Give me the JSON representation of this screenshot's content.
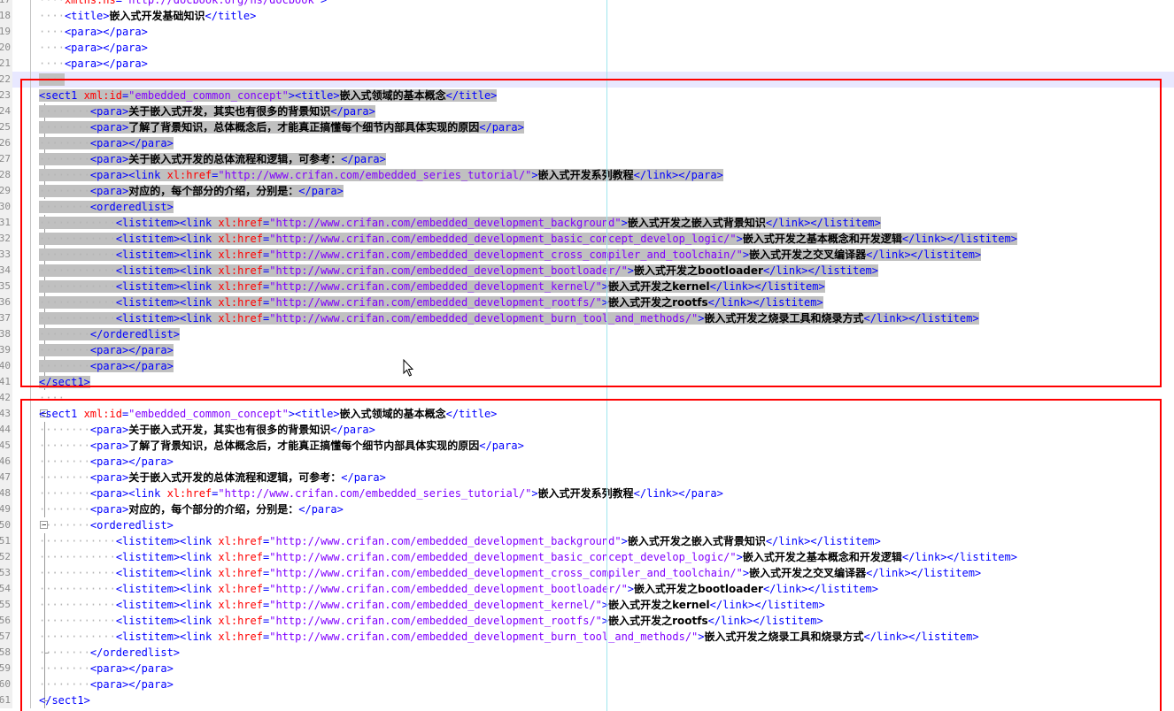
{
  "lines": [
    {
      "n": "18",
      "indent": 1,
      "code": [
        [
          "t",
          "<title>"
        ],
        [
          "x",
          "嵌入式开发基础知识"
        ],
        [
          "t",
          "</title>"
        ]
      ]
    },
    {
      "n": "19",
      "indent": 1,
      "code": [
        [
          "t",
          "<para></para>"
        ]
      ]
    },
    {
      "n": "20",
      "indent": 1,
      "code": [
        [
          "t",
          "<para></para>"
        ]
      ]
    },
    {
      "n": "21",
      "indent": 1,
      "code": [
        [
          "t",
          "<para></para>"
        ]
      ]
    },
    {
      "n": "22",
      "indent": 1,
      "code": []
    },
    {
      "n": "23",
      "indent": 0,
      "fold": "open",
      "code": [
        [
          "t",
          "<sect1 "
        ],
        [
          "a",
          "xml:id"
        ],
        [
          "t",
          "="
        ],
        [
          "v",
          "\"embedded_common_concept\""
        ],
        [
          "t",
          "><title>"
        ],
        [
          "x",
          "嵌入式领域的基本概念"
        ],
        [
          "t",
          "</title>"
        ]
      ]
    },
    {
      "n": "24",
      "indent": 2,
      "code": [
        [
          "t",
          "<para>"
        ],
        [
          "x",
          "关于嵌入式开发，其实也有很多的背景知识"
        ],
        [
          "t",
          "</para>"
        ]
      ]
    },
    {
      "n": "25",
      "indent": 2,
      "code": [
        [
          "t",
          "<para>"
        ],
        [
          "x",
          "了解了背景知识，总体概念后，才能真正搞懂每个细节内部具体实现的原因"
        ],
        [
          "t",
          "</para>"
        ]
      ]
    },
    {
      "n": "26",
      "indent": 2,
      "code": [
        [
          "t",
          "<para></para>"
        ]
      ]
    },
    {
      "n": "27",
      "indent": 2,
      "code": [
        [
          "t",
          "<para>"
        ],
        [
          "x",
          "关于嵌入式开发的总体流程和逻辑，可参考："
        ],
        [
          "t",
          "</para>"
        ]
      ]
    },
    {
      "n": "28",
      "indent": 2,
      "code": [
        [
          "t",
          "<para><link "
        ],
        [
          "a",
          "xl:href"
        ],
        [
          "t",
          "="
        ],
        [
          "v",
          "\"http://www.crifan.com/embedded_series_tutorial/\""
        ],
        [
          "t",
          ">"
        ],
        [
          "x",
          "嵌入式开发系列教程"
        ],
        [
          "t",
          "</link></para>"
        ]
      ]
    },
    {
      "n": "29",
      "indent": 2,
      "code": [
        [
          "t",
          "<para>"
        ],
        [
          "x",
          "对应的，每个部分的介绍，分别是："
        ],
        [
          "t",
          "</para>"
        ]
      ]
    },
    {
      "n": "30",
      "indent": 2,
      "fold": "open",
      "code": [
        [
          "t",
          "<orderedlist>"
        ]
      ]
    },
    {
      "n": "31",
      "indent": 3,
      "code": [
        [
          "t",
          "<listitem><link "
        ],
        [
          "a",
          "xl:href"
        ],
        [
          "t",
          "="
        ],
        [
          "v",
          "\"http://www.crifan.com/embedded_development_background\""
        ],
        [
          "t",
          ">"
        ],
        [
          "x",
          "嵌入式开发之嵌入式背景知识"
        ],
        [
          "t",
          "</link></listitem>"
        ]
      ]
    },
    {
      "n": "32",
      "indent": 3,
      "code": [
        [
          "t",
          "<listitem><link "
        ],
        [
          "a",
          "xl:href"
        ],
        [
          "t",
          "="
        ],
        [
          "v",
          "\"http://www.crifan.com/embedded_development_basic_concept_develop_logic/\""
        ],
        [
          "t",
          ">"
        ],
        [
          "x",
          "嵌入式开发之基本概念和开发逻辑"
        ],
        [
          "t",
          "</link></listitem>"
        ]
      ]
    },
    {
      "n": "33",
      "indent": 3,
      "code": [
        [
          "t",
          "<listitem><link "
        ],
        [
          "a",
          "xl:href"
        ],
        [
          "t",
          "="
        ],
        [
          "v",
          "\"http://www.crifan.com/embedded_development_cross_compiler_and_toolchain/\""
        ],
        [
          "t",
          ">"
        ],
        [
          "x",
          "嵌入式开发之交叉编译器"
        ],
        [
          "t",
          "</link></listitem>"
        ]
      ]
    },
    {
      "n": "34",
      "indent": 3,
      "code": [
        [
          "t",
          "<listitem><link "
        ],
        [
          "a",
          "xl:href"
        ],
        [
          "t",
          "="
        ],
        [
          "v",
          "\"http://www.crifan.com/embedded_development_bootloader/\""
        ],
        [
          "t",
          ">"
        ],
        [
          "x",
          "嵌入式开发之bootloader"
        ],
        [
          "t",
          "</link></listitem>"
        ]
      ]
    },
    {
      "n": "35",
      "indent": 3,
      "code": [
        [
          "t",
          "<listitem><link "
        ],
        [
          "a",
          "xl:href"
        ],
        [
          "t",
          "="
        ],
        [
          "v",
          "\"http://www.crifan.com/embedded_development_kernel/\""
        ],
        [
          "t",
          ">"
        ],
        [
          "x",
          "嵌入式开发之kernel"
        ],
        [
          "t",
          "</link></listitem>"
        ]
      ]
    },
    {
      "n": "36",
      "indent": 3,
      "code": [
        [
          "t",
          "<listitem><link "
        ],
        [
          "a",
          "xl:href"
        ],
        [
          "t",
          "="
        ],
        [
          "v",
          "\"http://www.crifan.com/embedded_development_rootfs/\""
        ],
        [
          "t",
          ">"
        ],
        [
          "x",
          "嵌入式开发之rootfs"
        ],
        [
          "t",
          "</link></listitem>"
        ]
      ]
    },
    {
      "n": "37",
      "indent": 3,
      "code": [
        [
          "t",
          "<listitem><link "
        ],
        [
          "a",
          "xl:href"
        ],
        [
          "t",
          "="
        ],
        [
          "v",
          "\"http://www.crifan.com/embedded_development_burn_tool_and_methods/\""
        ],
        [
          "t",
          ">"
        ],
        [
          "x",
          "嵌入式开发之烧录工具和烧录方式"
        ],
        [
          "t",
          "</link></listitem>"
        ]
      ]
    },
    {
      "n": "38",
      "indent": 2,
      "code": [
        [
          "t",
          "</orderedlist>"
        ]
      ]
    },
    {
      "n": "39",
      "indent": 2,
      "code": [
        [
          "t",
          "<para></para>"
        ]
      ]
    },
    {
      "n": "40",
      "indent": 2,
      "code": [
        [
          "t",
          "<para></para>"
        ]
      ]
    },
    {
      "n": "41",
      "indent": 0,
      "code": [
        [
          "t",
          "</sect1>"
        ]
      ]
    },
    {
      "n": "42",
      "indent": 1,
      "code": []
    },
    {
      "n": "43",
      "indent": 0,
      "fold": "open",
      "code": [
        [
          "t",
          "<sect1 "
        ],
        [
          "a",
          "xml:id"
        ],
        [
          "t",
          "="
        ],
        [
          "v",
          "\"embedded_common_concept\""
        ],
        [
          "t",
          "><title>"
        ],
        [
          "x",
          "嵌入式领域的基本概念"
        ],
        [
          "t",
          "</title>"
        ]
      ]
    },
    {
      "n": "44",
      "indent": 2,
      "code": [
        [
          "t",
          "<para>"
        ],
        [
          "x",
          "关于嵌入式开发，其实也有很多的背景知识"
        ],
        [
          "t",
          "</para>"
        ]
      ]
    },
    {
      "n": "45",
      "indent": 2,
      "code": [
        [
          "t",
          "<para>"
        ],
        [
          "x",
          "了解了背景知识，总体概念后，才能真正搞懂每个细节内部具体实现的原因"
        ],
        [
          "t",
          "</para>"
        ]
      ]
    },
    {
      "n": "46",
      "indent": 2,
      "code": [
        [
          "t",
          "<para></para>"
        ]
      ]
    },
    {
      "n": "47",
      "indent": 2,
      "code": [
        [
          "t",
          "<para>"
        ],
        [
          "x",
          "关于嵌入式开发的总体流程和逻辑，可参考："
        ],
        [
          "t",
          "</para>"
        ]
      ]
    },
    {
      "n": "48",
      "indent": 2,
      "code": [
        [
          "t",
          "<para><link "
        ],
        [
          "a",
          "xl:href"
        ],
        [
          "t",
          "="
        ],
        [
          "v",
          "\"http://www.crifan.com/embedded_series_tutorial/\""
        ],
        [
          "t",
          ">"
        ],
        [
          "x",
          "嵌入式开发系列教程"
        ],
        [
          "t",
          "</link></para>"
        ]
      ]
    },
    {
      "n": "49",
      "indent": 2,
      "code": [
        [
          "t",
          "<para>"
        ],
        [
          "x",
          "对应的，每个部分的介绍，分别是："
        ],
        [
          "t",
          "</para>"
        ]
      ]
    },
    {
      "n": "50",
      "indent": 2,
      "fold": "open",
      "code": [
        [
          "t",
          "<orderedlist>"
        ]
      ]
    },
    {
      "n": "51",
      "indent": 3,
      "code": [
        [
          "t",
          "<listitem><link "
        ],
        [
          "a",
          "xl:href"
        ],
        [
          "t",
          "="
        ],
        [
          "v",
          "\"http://www.crifan.com/embedded_development_background\""
        ],
        [
          "t",
          ">"
        ],
        [
          "x",
          "嵌入式开发之嵌入式背景知识"
        ],
        [
          "t",
          "</link></listitem>"
        ]
      ]
    },
    {
      "n": "52",
      "indent": 3,
      "code": [
        [
          "t",
          "<listitem><link "
        ],
        [
          "a",
          "xl:href"
        ],
        [
          "t",
          "="
        ],
        [
          "v",
          "\"http://www.crifan.com/embedded_development_basic_concept_develop_logic/\""
        ],
        [
          "t",
          ">"
        ],
        [
          "x",
          "嵌入式开发之基本概念和开发逻辑"
        ],
        [
          "t",
          "</link></listitem>"
        ]
      ]
    },
    {
      "n": "53",
      "indent": 3,
      "code": [
        [
          "t",
          "<listitem><link "
        ],
        [
          "a",
          "xl:href"
        ],
        [
          "t",
          "="
        ],
        [
          "v",
          "\"http://www.crifan.com/embedded_development_cross_compiler_and_toolchain/\""
        ],
        [
          "t",
          ">"
        ],
        [
          "x",
          "嵌入式开发之交叉编译器"
        ],
        [
          "t",
          "</link></listitem>"
        ]
      ]
    },
    {
      "n": "54",
      "indent": 3,
      "code": [
        [
          "t",
          "<listitem><link "
        ],
        [
          "a",
          "xl:href"
        ],
        [
          "t",
          "="
        ],
        [
          "v",
          "\"http://www.crifan.com/embedded_development_bootloader/\""
        ],
        [
          "t",
          ">"
        ],
        [
          "x",
          "嵌入式开发之bootloader"
        ],
        [
          "t",
          "</link></listitem>"
        ]
      ]
    },
    {
      "n": "55",
      "indent": 3,
      "code": [
        [
          "t",
          "<listitem><link "
        ],
        [
          "a",
          "xl:href"
        ],
        [
          "t",
          "="
        ],
        [
          "v",
          "\"http://www.crifan.com/embedded_development_kernel/\""
        ],
        [
          "t",
          ">"
        ],
        [
          "x",
          "嵌入式开发之kernel"
        ],
        [
          "t",
          "</link></listitem>"
        ]
      ]
    },
    {
      "n": "56",
      "indent": 3,
      "code": [
        [
          "t",
          "<listitem><link "
        ],
        [
          "a",
          "xl:href"
        ],
        [
          "t",
          "="
        ],
        [
          "v",
          "\"http://www.crifan.com/embedded_development_rootfs/\""
        ],
        [
          "t",
          ">"
        ],
        [
          "x",
          "嵌入式开发之rootfs"
        ],
        [
          "t",
          "</link></listitem>"
        ]
      ]
    },
    {
      "n": "57",
      "indent": 3,
      "code": [
        [
          "t",
          "<listitem><link "
        ],
        [
          "a",
          "xl:href"
        ],
        [
          "t",
          "="
        ],
        [
          "v",
          "\"http://www.crifan.com/embedded_development_burn_tool_and_methods/\""
        ],
        [
          "t",
          ">"
        ],
        [
          "x",
          "嵌入式开发之烧录工具和烧录方式"
        ],
        [
          "t",
          "</link></listitem>"
        ]
      ]
    },
    {
      "n": "58",
      "indent": 2,
      "code": [
        [
          "t",
          "</orderedlist>"
        ]
      ]
    },
    {
      "n": "59",
      "indent": 2,
      "code": [
        [
          "t",
          "<para></para>"
        ]
      ]
    },
    {
      "n": "60",
      "indent": 2,
      "code": [
        [
          "t",
          "<para></para>"
        ]
      ]
    },
    {
      "n": "61",
      "indent": 0,
      "code": [
        [
          "t",
          "</sect1>"
        ]
      ]
    }
  ],
  "top_partial": [
    [
      "a",
      "xmlns:ns"
    ],
    [
      "t",
      "="
    ],
    [
      "v",
      "\"http://docbook.org/ns/docbook\""
    ],
    [
      "t",
      ">"
    ]
  ],
  "colors": {
    "tag": "#0000ff",
    "attr": "#ff0000",
    "value": "#8000ff",
    "selection": "#c0c0c0",
    "annotation": "#ff0000"
  }
}
